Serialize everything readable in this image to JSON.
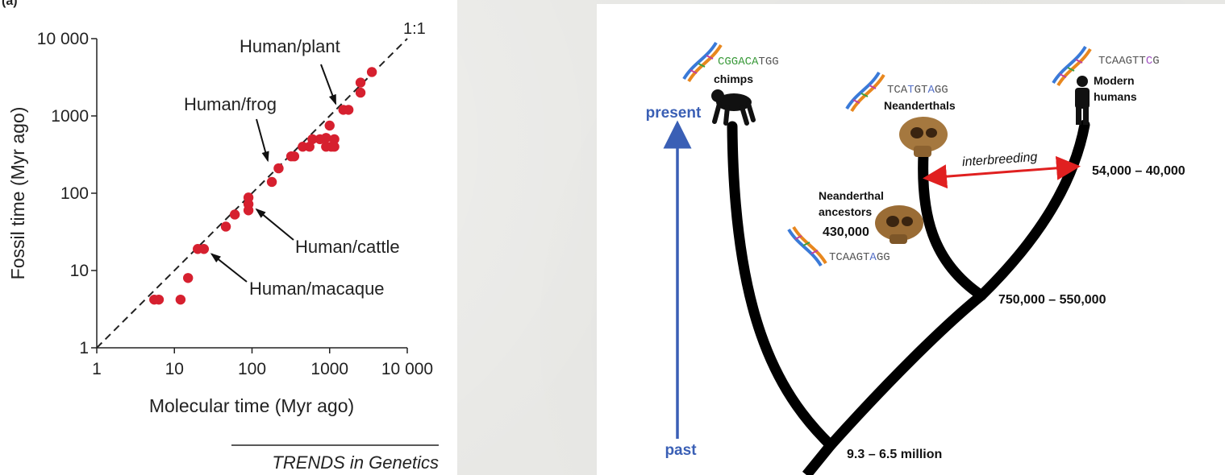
{
  "chart_data": {
    "type": "scatter",
    "panel_mark": "(a)",
    "xlabel": "Molecular time (Myr ago)",
    "ylabel": "Fossil time (Myr ago)",
    "x_scale": "log",
    "y_scale": "log",
    "xlim": [
      1,
      10000
    ],
    "ylim": [
      1,
      10000
    ],
    "x_tick_values": [
      1,
      10,
      100,
      1000,
      10000
    ],
    "x_tick_labels": [
      "1",
      "10",
      "100",
      "1000",
      "10 000"
    ],
    "y_tick_values": [
      1,
      10,
      100,
      1000,
      10000
    ],
    "y_tick_labels": [
      "1",
      "10",
      "100",
      "1000",
      "10 000"
    ],
    "reference_line_label": "1:1",
    "point_color": "#d6202f",
    "points": [
      {
        "x": 5.5,
        "y": 4.2
      },
      {
        "x": 6.3,
        "y": 4.2
      },
      {
        "x": 12,
        "y": 4.2
      },
      {
        "x": 15,
        "y": 8
      },
      {
        "x": 20,
        "y": 19
      },
      {
        "x": 24,
        "y": 19
      },
      {
        "x": 46,
        "y": 37
      },
      {
        "x": 60,
        "y": 53
      },
      {
        "x": 90,
        "y": 60
      },
      {
        "x": 90,
        "y": 72
      },
      {
        "x": 90,
        "y": 88
      },
      {
        "x": 180,
        "y": 140
      },
      {
        "x": 220,
        "y": 210
      },
      {
        "x": 320,
        "y": 300
      },
      {
        "x": 350,
        "y": 300
      },
      {
        "x": 450,
        "y": 400
      },
      {
        "x": 550,
        "y": 400
      },
      {
        "x": 600,
        "y": 500
      },
      {
        "x": 750,
        "y": 500
      },
      {
        "x": 900,
        "y": 400
      },
      {
        "x": 900,
        "y": 520
      },
      {
        "x": 1000,
        "y": 750
      },
      {
        "x": 1050,
        "y": 400
      },
      {
        "x": 1150,
        "y": 400
      },
      {
        "x": 1150,
        "y": 500
      },
      {
        "x": 1500,
        "y": 1200
      },
      {
        "x": 1750,
        "y": 1200
      },
      {
        "x": 2500,
        "y": 2000
      },
      {
        "x": 2500,
        "y": 2700
      },
      {
        "x": 3500,
        "y": 3700
      }
    ],
    "annotations": [
      {
        "label": "Human/plant",
        "x": 1300,
        "y": 1150
      },
      {
        "label": "Human/frog",
        "x": 170,
        "y": 210
      },
      {
        "label": "Human/cattle",
        "x": 95,
        "y": 72
      },
      {
        "label": "Human/macaque",
        "x": 25,
        "y": 19
      }
    ],
    "source_credit": "TRENDS in Genetics"
  },
  "tree": {
    "present_label": "present",
    "past_label": "past",
    "axis_color": "#3a5fb5",
    "interbreeding_label": "interbreeding",
    "interbreeding_color": "#e02020",
    "species": [
      {
        "id": "chimps",
        "name": "chimps",
        "sequence": [
          {
            "t": "CGGACA",
            "c": "#3a9a3a"
          },
          {
            "t": "TGG",
            "c": "#555555"
          }
        ]
      },
      {
        "id": "neanderthals",
        "name": "Neanderthals",
        "sequence": [
          {
            "t": "TCA",
            "c": "#555555"
          },
          {
            "t": "T",
            "c": "#5570c8"
          },
          {
            "t": "GT",
            "c": "#555555"
          },
          {
            "t": "A",
            "c": "#5570c8"
          },
          {
            "t": "GG",
            "c": "#555555"
          }
        ]
      },
      {
        "id": "modern",
        "name_line1": "Modern",
        "name_line2": "humans",
        "sequence": [
          {
            "t": "TCAAGTT",
            "c": "#555555"
          },
          {
            "t": "C",
            "c": "#a04fc0"
          },
          {
            "t": "G",
            "c": "#555555"
          }
        ]
      },
      {
        "id": "ancestors",
        "name_line1": "Neanderthal",
        "name_line2": "ancestors",
        "date": "430,000",
        "sequence": [
          {
            "t": "TCAAGT",
            "c": "#555555"
          },
          {
            "t": "A",
            "c": "#5570c8"
          },
          {
            "t": "GG",
            "c": "#555555"
          }
        ]
      }
    ],
    "dates": {
      "interbreeding": "54,000 – 40,000",
      "neanderthal_split": "750,000 – 550,000",
      "chimp_split": "9.3 – 6.5 million"
    }
  }
}
